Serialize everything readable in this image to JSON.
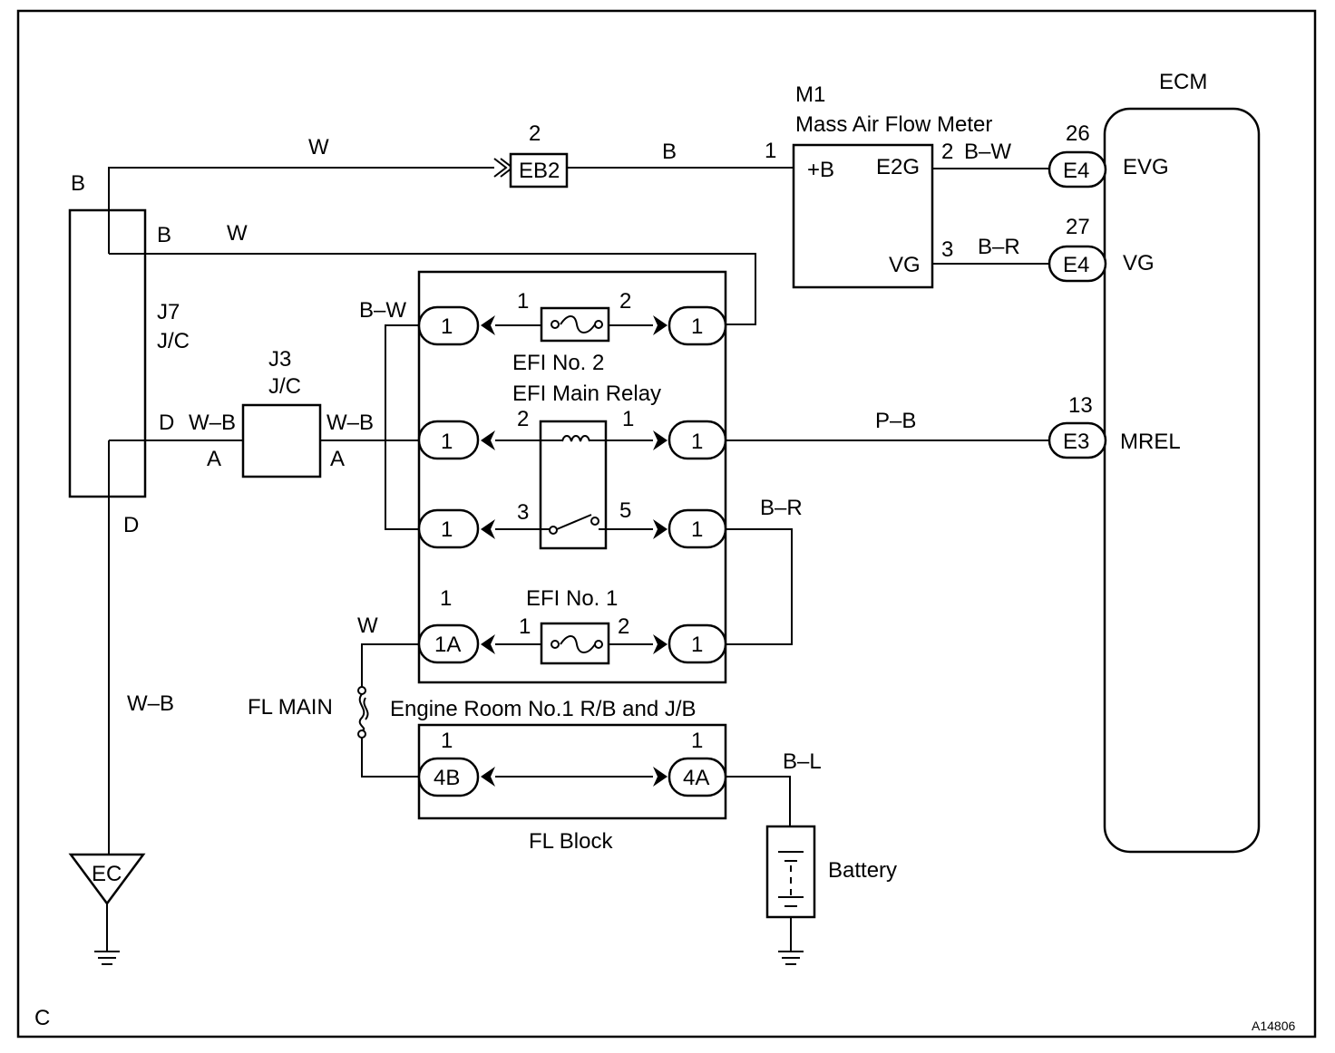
{
  "diagram_id": "A14806",
  "corner_label": "C",
  "ecm": {
    "title": "ECM"
  },
  "ecm_pins": [
    {
      "num": "26",
      "connector": "E4",
      "label": "EVG"
    },
    {
      "num": "27",
      "connector": "E4",
      "label": "VG"
    },
    {
      "num": "13",
      "connector": "E3",
      "label": "MREL"
    }
  ],
  "maf": {
    "id": "M1",
    "name": "Mass Air Flow Meter",
    "pin_b": "+B",
    "pin_e2g": "E2G",
    "pin_vg": "VG",
    "pin_b_num": "1",
    "pin_e2g_num": "2",
    "pin_vg_num": "3"
  },
  "eb2": {
    "label": "EB2",
    "num": "2"
  },
  "j7": {
    "id": "J7",
    "type": "J/C",
    "top_label": "B",
    "bottom_label": "D",
    "left_top": "B",
    "side_b": "B",
    "side_d": "D"
  },
  "j3": {
    "id": "J3",
    "type": "J/C",
    "left_a": "A",
    "right_a": "A"
  },
  "relay_block": {
    "title": "Engine Room No.1 R/B and J/B",
    "efi2": "EFI No. 2",
    "efi_main_relay": "EFI Main Relay",
    "efi1": "EFI No. 1",
    "pin_1": "1",
    "pin_1a": "1A",
    "pin_num_1": "1",
    "pin_num_2": "2",
    "pin_num_3": "3",
    "pin_num_5": "5"
  },
  "fl_block": {
    "title": "FL Block",
    "pin_4b": "4B",
    "pin_4a": "4A",
    "num_left": "1",
    "num_right": "1"
  },
  "fl_main": "FL MAIN",
  "battery": "Battery",
  "ground_ec": "EC",
  "wires": {
    "w": "W",
    "b": "B",
    "bw": "B–W",
    "br": "B–R",
    "pb": "P–B",
    "wb": "W–B",
    "bl": "B–L"
  }
}
